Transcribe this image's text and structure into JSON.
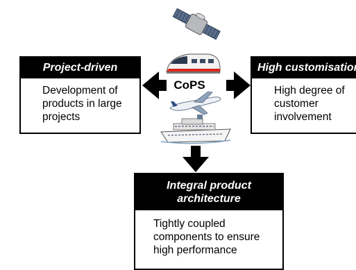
{
  "center": {
    "label": "CoPS"
  },
  "left_box": {
    "title": "Project-driven",
    "body": "Development of\nproducts in large\nprojects"
  },
  "right_box": {
    "title": "High customisation",
    "body": "High degree of\ncustomer\ninvolvement"
  },
  "bottom_box": {
    "title": "Integral product\narchitecture",
    "body": "Tightly coupled\ncomponents to ensure\nhigh performance"
  },
  "icons": [
    "satellite-icon",
    "high-speed-train-icon",
    "airplane-icon",
    "cruise-ship-icon"
  ],
  "colors": {
    "box_header": "#000000",
    "arrow": "#000000",
    "train_stripe": "#d9261c"
  }
}
